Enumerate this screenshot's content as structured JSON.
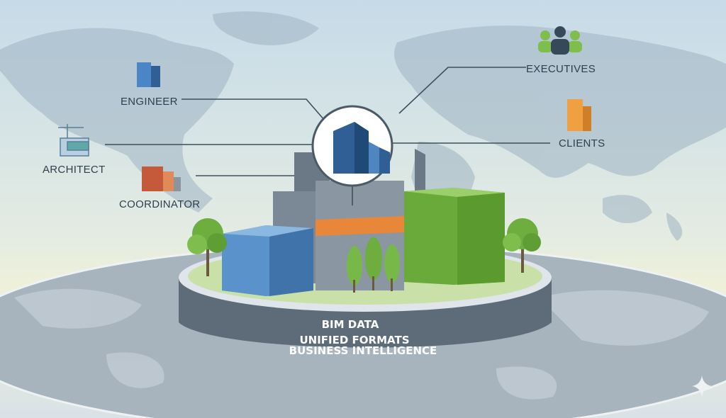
{
  "roles": {
    "engineer": "ENGINEER",
    "architect": "ARCHITECT",
    "coordinator": "COORDINATOR",
    "executives": "EXECUTIVES",
    "clients": "CLIENTS"
  },
  "platform": {
    "line1": "BIM DATA",
    "line2": "UNIFIED FORMATS",
    "line3": "BUSINESS INTELLIGENCE"
  },
  "colors": {
    "sky_top": "#c6dbe8",
    "sky_horizon": "#eef0d9",
    "disc": "#a7b4be",
    "platform_side": "#5d6c78",
    "blue_block": "#5a93cc",
    "green_block": "#6aaa3a",
    "orange_band": "#e8863a",
    "text": "#2e3f4d"
  }
}
